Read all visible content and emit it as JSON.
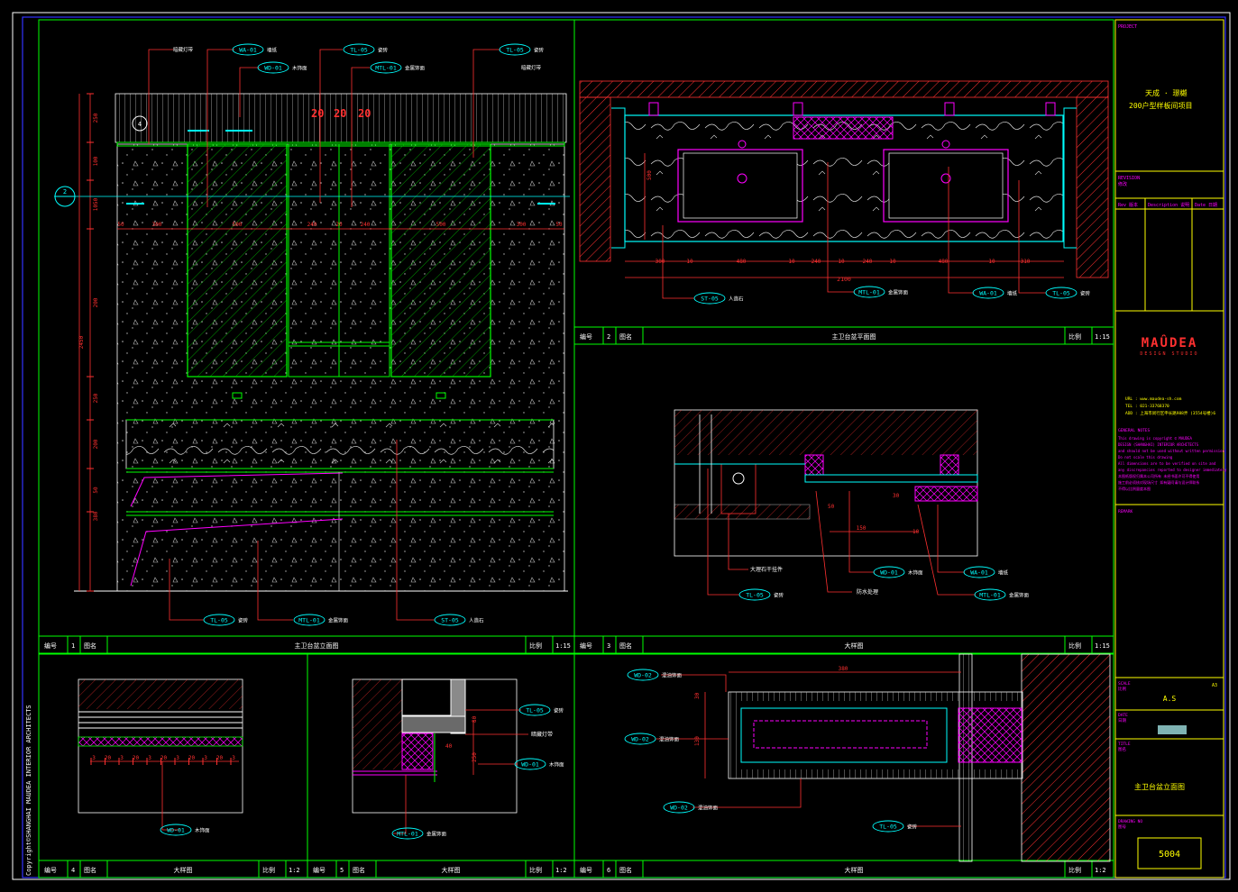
{
  "sheet": {
    "project_label": "PROJECT",
    "project_line1": "天成 · 璟樾",
    "project_line2": "200户型样板间项目",
    "revision_label": "REVISION",
    "revision_sub": "修改",
    "revision_headers": [
      "Rev 版本",
      "Description 说明",
      "Date 日期"
    ],
    "brand": "MAÛDEA",
    "brand_sub": "DESIGN STUDIO",
    "contact_url": "URL : www.maudea-sh.com",
    "contact_tel": "TEL : 021-33768370",
    "contact_add": "ADD : 上海市闵行区申长路988弄 (3554号楼)6",
    "notes_title": "GENERAL NOTES",
    "notes_lines": [
      "This drawing is copyright © MAUDEA",
      "DESIGN (SHANGHAI) INTERIOR ARCHITECTS",
      "and should not be used without written permission",
      "Do not scale this drawing",
      "All dimensions are to be verified on site and",
      "any discrepancies reported to designer immediately",
      "本图纸版权归属本公司所有 未经书面许可不得使用",
      "施工前必须核对现场尺寸 如有疑问请与设计师联系",
      "不得以比例量度本图"
    ],
    "remark_label": "REMARK",
    "scale_label": "SCALE",
    "scale_sub": "比例",
    "paper_size": "A3",
    "scale_value": "A.S",
    "date_label": "DATE",
    "date_sub": "日期",
    "title_label": "TITLE",
    "title_sub": "图名",
    "title_value": "主卫台盆立面图",
    "drawing_no_label": "DRAWING NO",
    "drawing_no_sub": "图号",
    "drawing_no": "5004",
    "copyright": "Copyright©SHANGHAI MAUDEA INTERIOR ARCHITECTS"
  },
  "views": [
    {
      "no_label": "编号",
      "no": "1",
      "name_label": "图名",
      "name": "主卫台盆立面图",
      "scale_label": "比例",
      "scale": "1:15"
    },
    {
      "no_label": "编号",
      "no": "2",
      "name_label": "图名",
      "name": "主卫台盆平面图",
      "scale_label": "比例",
      "scale": "1:15"
    },
    {
      "no_label": "编号",
      "no": "3",
      "name_label": "图名",
      "name": "大样图",
      "scale_label": "比例",
      "scale": "1:15"
    },
    {
      "no_label": "编号",
      "no": "4",
      "name_label": "图名",
      "name": "大样图",
      "scale_label": "比例",
      "scale": "1:2"
    },
    {
      "no_label": "编号",
      "no": "5",
      "name_label": "图名",
      "name": "大样图",
      "scale_label": "比例",
      "scale": "1:2"
    },
    {
      "no_label": "编号",
      "no": "6",
      "name_label": "图名",
      "name": "大样图",
      "scale_label": "比例",
      "scale": "1:2"
    }
  ],
  "elevation": {
    "tags": [
      "WA-01",
      "TL-05",
      "TL-05",
      "WD-01",
      "MTL-01",
      "TL-05",
      "MTL-01",
      "ST-05"
    ],
    "tag_notes": [
      "墙纸",
      "瓷砖",
      "瓷砖",
      "木饰面",
      "金属饰面",
      "瓷砖",
      "金属饰面",
      "人造石"
    ],
    "extra_notes": [
      "暗藏灯带",
      "暗藏灯带"
    ],
    "vertical_dims": [
      "250",
      "100",
      "1050",
      "200",
      "250",
      "200",
      "50",
      "380",
      "2450"
    ],
    "horizontal_dims": [
      "50",
      "300",
      "500",
      "240",
      "20",
      "240",
      "500",
      "300",
      "50"
    ],
    "section_marks": [
      "2",
      "20",
      "20",
      "20",
      "4"
    ]
  },
  "plan": {
    "dims": [
      "300",
      "10",
      "480",
      "10",
      "240",
      "10",
      "240",
      "10",
      "480",
      "10",
      "310"
    ],
    "overall": "2100",
    "side_dim": "500",
    "tags": [
      "ST-05",
      "MTL-01",
      "WA-01",
      "TL-05"
    ],
    "tag_notes": [
      "人造石",
      "金属饰面",
      "墙纸",
      "瓷砖"
    ]
  },
  "detail3": {
    "dims": [
      "150",
      "10",
      "50",
      "30"
    ],
    "tags": [
      "WD-01",
      "WA-01",
      "TL-05",
      "MTL-01"
    ],
    "tag_notes": [
      "木饰面",
      "墙纸",
      "瓷砖",
      "金属饰面"
    ],
    "notes": [
      "大理石干挂件",
      "防水处理"
    ]
  },
  "detail4": {
    "dims": [
      "3",
      "20",
      "3",
      "20",
      "3",
      "20",
      "3",
      "20",
      "3",
      "20",
      "3"
    ],
    "tag": "WD-01",
    "tag_note": "木饰面"
  },
  "detail5": {
    "dims": [
      "40",
      "80",
      "250"
    ],
    "tags": [
      "TL-05",
      "WD-01",
      "MTL-01"
    ],
    "tag_notes": [
      "瓷砖",
      "木饰面",
      "金属饰面"
    ],
    "note": "暗藏灯带"
  },
  "detail6": {
    "dims": [
      "380",
      "30",
      "130"
    ],
    "tags": [
      "WD-02",
      "WD-02",
      "WD-02",
      "TL-05"
    ],
    "tag_notes": [
      "混油饰面",
      "混油饰面",
      "混油饰面",
      "瓷砖"
    ]
  },
  "colors": {
    "frame": "#ffffff",
    "grid": "#00ff00",
    "dim": "#ff0000",
    "tag": "#00ffff",
    "finish": "#ff00ff",
    "title_block": "#ffff00"
  }
}
